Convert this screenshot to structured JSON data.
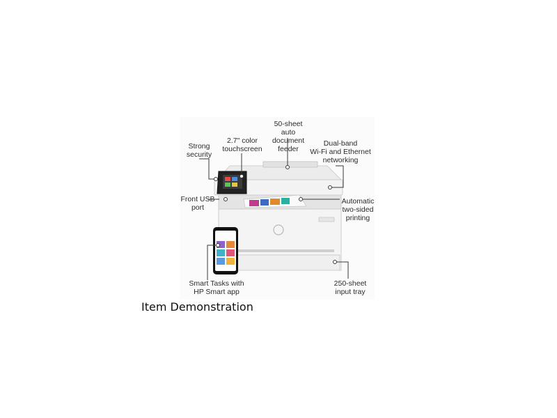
{
  "callouts": {
    "adf": "50-sheet auto\ndocument feeder",
    "touchscreen": "2.7\" color\ntouchscreen",
    "security": "Strong\nsecurity",
    "wireless": "Dual-band\nWi-Fi and Ethernet\nnetworking",
    "usb": "Front USB\nport",
    "duplex": "Automatic\ntwo-sided\nprinting",
    "smart_tasks": "Smart Tasks with\nHP Smart app",
    "input_tray": "250-sheet\ninput tray"
  },
  "caption": "Item Demonstration",
  "colors": {
    "printer_body": "#f1f1f1",
    "printer_shadow": "#d9d9d9",
    "screen": "#1b1b1b",
    "callout_line": "#3a3a3a"
  }
}
